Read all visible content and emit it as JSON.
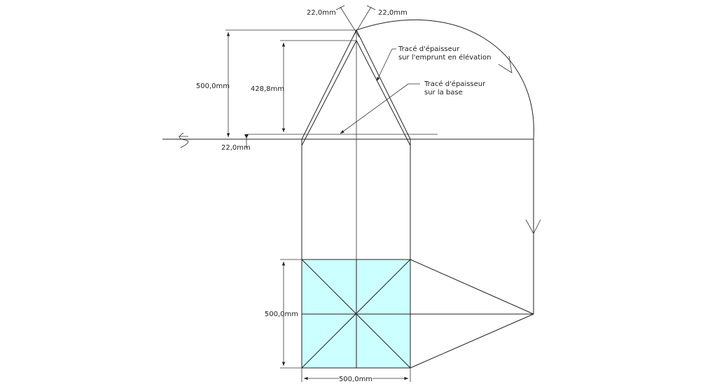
{
  "colors": {
    "line": "#222222",
    "base_fill": "#ccffff"
  },
  "dimensions": {
    "thickness_top_left": "22,0mm",
    "thickness_top_right": "22,0mm",
    "height_total": "500,0mm",
    "height_inner": "428,8mm",
    "thickness_base": "22,0mm",
    "plan_height": "500,0mm",
    "plan_width": "500,0mm"
  },
  "annotations": {
    "elevation_trace_line1": "Tracé d'épaisseur",
    "elevation_trace_line2": "sur l'emprunt en élévation",
    "base_trace_line1": "Tracé d'épaisseur",
    "base_trace_line2": "sur la base"
  },
  "icons": {
    "ground_line_symbol": "ground-line-break-icon",
    "arrow_marks": "chevron-arrow-icon"
  }
}
